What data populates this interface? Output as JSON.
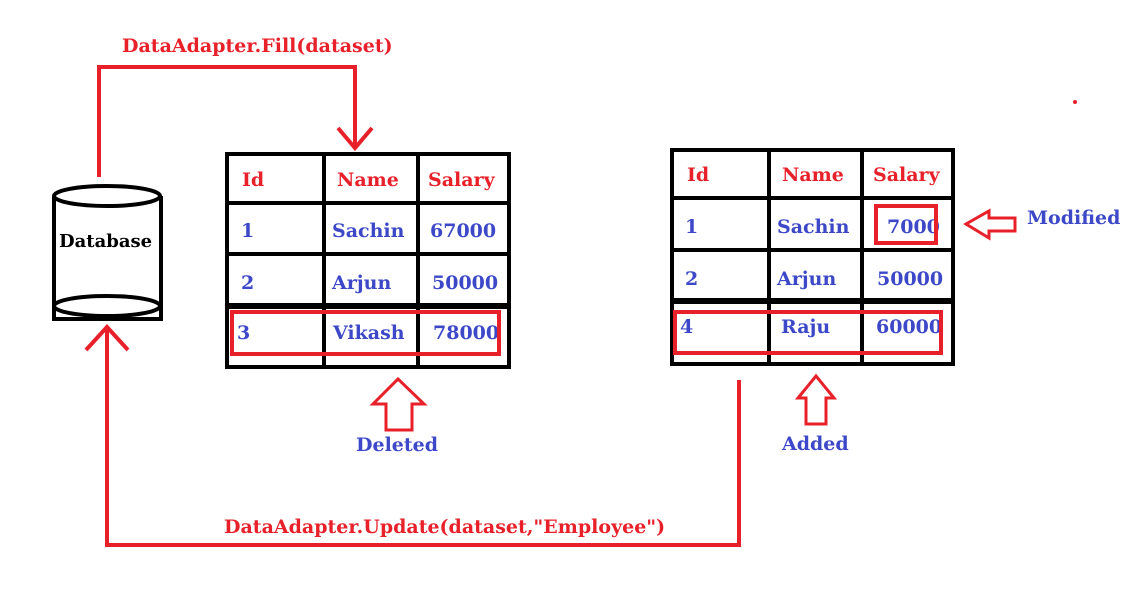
{
  "labels": {
    "fill_call": "DataAdapter.Fill(dataset)",
    "update_call": "DataAdapter.Update(dataset,\"Employee\")",
    "database": "Database",
    "deleted": "Deleted",
    "added": "Added",
    "modified": "Modified"
  },
  "table_original": {
    "headers": [
      "Id",
      "Name",
      "Salary"
    ],
    "rows": [
      [
        "1",
        "Sachin",
        "67000"
      ],
      [
        "2",
        "Arjun",
        "50000"
      ],
      [
        "3",
        "Vikash",
        "78000"
      ]
    ]
  },
  "table_changed": {
    "headers": [
      "Id",
      "Name",
      "Salary"
    ],
    "rows": [
      [
        "1",
        "Sachin",
        "7000"
      ],
      [
        "2",
        "Arjun",
        "50000"
      ],
      [
        "4",
        "Raju",
        "60000"
      ]
    ]
  },
  "colors": {
    "accent_red": "#e8202a",
    "text_blue": "#3c48c8",
    "grid_black": "#000000"
  }
}
